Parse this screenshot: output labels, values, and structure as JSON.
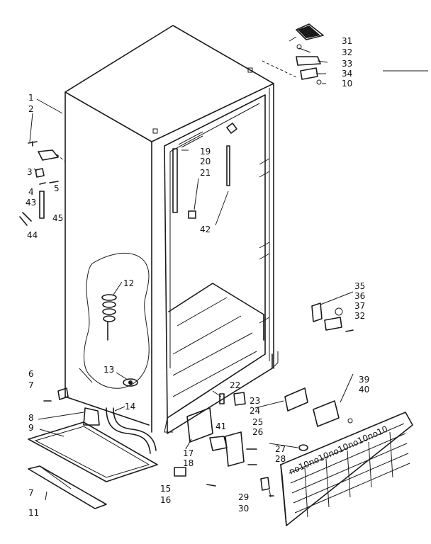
{
  "callouts": [
    {
      "id": "c1",
      "text": "1"
    },
    {
      "id": "c2",
      "text": "2"
    },
    {
      "id": "c3",
      "text": "3"
    },
    {
      "id": "c4",
      "text": "4"
    },
    {
      "id": "c43",
      "text": "43"
    },
    {
      "id": "c5",
      "text": "5"
    },
    {
      "id": "c44",
      "text": "44"
    },
    {
      "id": "c45",
      "text": "45"
    },
    {
      "id": "c31",
      "text": "31"
    },
    {
      "id": "c32a",
      "text": "32"
    },
    {
      "id": "c33",
      "text": "33"
    },
    {
      "id": "c34",
      "text": "34"
    },
    {
      "id": "c10",
      "text": "10"
    },
    {
      "id": "c19",
      "text": "19"
    },
    {
      "id": "c20",
      "text": "20"
    },
    {
      "id": "c21",
      "text": "21"
    },
    {
      "id": "c42",
      "text": "42"
    },
    {
      "id": "c12",
      "text": "12"
    },
    {
      "id": "c35",
      "text": "35"
    },
    {
      "id": "c36",
      "text": "36"
    },
    {
      "id": "c37",
      "text": "37"
    },
    {
      "id": "c32b",
      "text": "32"
    },
    {
      "id": "c6",
      "text": "6"
    },
    {
      "id": "c7a",
      "text": "7"
    },
    {
      "id": "c13",
      "text": "13"
    },
    {
      "id": "c22",
      "text": "22"
    },
    {
      "id": "c39",
      "text": "39"
    },
    {
      "id": "c40",
      "text": "40"
    },
    {
      "id": "c23",
      "text": "23"
    },
    {
      "id": "c24",
      "text": "24"
    },
    {
      "id": "c8",
      "text": "8"
    },
    {
      "id": "c9",
      "text": "9"
    },
    {
      "id": "c14",
      "text": "14"
    },
    {
      "id": "c41",
      "text": "41"
    },
    {
      "id": "c25",
      "text": "25"
    },
    {
      "id": "c26",
      "text": "26"
    },
    {
      "id": "c17",
      "text": "17"
    },
    {
      "id": "c18",
      "text": "18"
    },
    {
      "id": "c27",
      "text": "27"
    },
    {
      "id": "c28",
      "text": "28"
    },
    {
      "id": "c7b",
      "text": "7"
    },
    {
      "id": "c15",
      "text": "15"
    },
    {
      "id": "c16",
      "text": "16"
    },
    {
      "id": "c29",
      "text": "29"
    },
    {
      "id": "c11",
      "text": "11"
    },
    {
      "id": "c30",
      "text": "30"
    }
  ],
  "grille_text": "no10no10no10no10no10"
}
